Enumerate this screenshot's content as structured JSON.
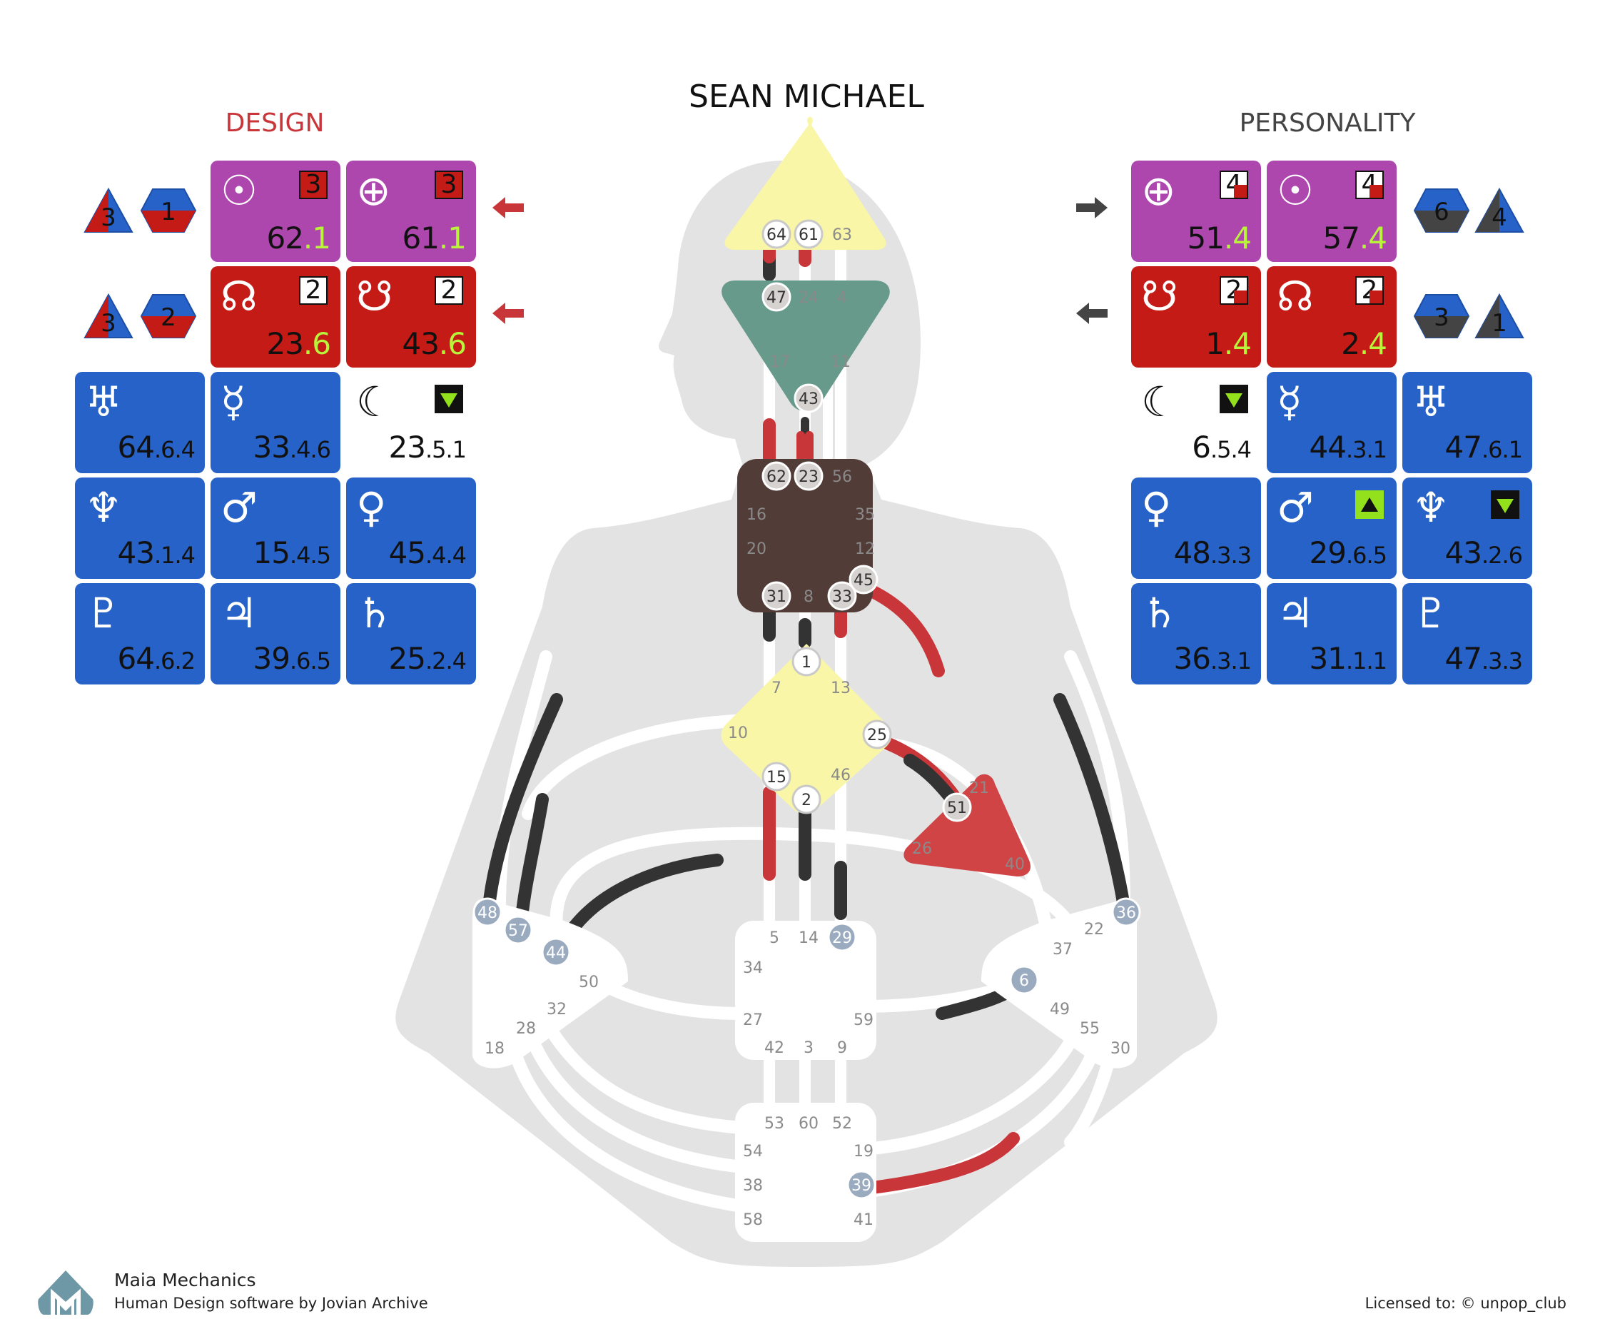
{
  "title": "SEAN MICHAEL",
  "design_label": "DESIGN",
  "personality_label": "PERSONALITY",
  "colors": {
    "design": "#c9363a",
    "personality": "#333333",
    "purple_cell": "#ae47ad",
    "red_cell": "#c41b16",
    "blue_cell": "#2662c7",
    "head": "#f9f6a8",
    "ajna": "#679a8b",
    "throat": "#523c38",
    "g_center": "#f9f6a8",
    "heart": "#d04446",
    "undefined_center": "#ffffff",
    "gate_circle": "#9aabbf",
    "line_highlight": "#b8f53a",
    "fixation_green": "#93e01d"
  },
  "design": {
    "arrow_rows": [
      {
        "arrow": "left-arrow",
        "triangle_digit": "3",
        "hexagon_digit": "1"
      },
      {
        "arrow": "left-arrow",
        "triangle_digit": "3",
        "hexagon_digit": "2"
      }
    ],
    "cells": [
      {
        "planet": "sun-icon",
        "symbol": "☉",
        "gate": "62",
        "line": "1",
        "line_highlight": true,
        "badge": "3",
        "badge_style": "red",
        "color": "purple"
      },
      {
        "planet": "earth-icon",
        "symbol": "⊕",
        "gate": "61",
        "line": "1",
        "line_highlight": true,
        "badge": "3",
        "badge_style": "red",
        "color": "purple"
      },
      {
        "planet": "north-node-icon",
        "symbol": "☊",
        "gate": "23",
        "line": "6",
        "line_highlight": true,
        "badge": "2",
        "badge_style": "white",
        "color": "red"
      },
      {
        "planet": "south-node-icon",
        "symbol": "☋",
        "gate": "43",
        "line": "6",
        "line_highlight": true,
        "badge": "2",
        "badge_style": "white",
        "color": "red"
      },
      {
        "planet": "uranus-icon",
        "symbol": "♅",
        "gate": "64",
        "sub": "6.4",
        "color": "blue"
      },
      {
        "planet": "mercury-icon",
        "symbol": "☿",
        "gate": "33",
        "sub": "4.6",
        "color": "blue"
      },
      {
        "planet": "moon-icon",
        "symbol": "☾",
        "gate": "23",
        "sub": "5.1",
        "color": "white",
        "fixation": "down"
      },
      {
        "planet": "neptune-icon",
        "symbol": "♆",
        "gate": "43",
        "sub": "1.4",
        "color": "blue"
      },
      {
        "planet": "mars-icon",
        "symbol": "♂",
        "gate": "15",
        "sub": "4.5",
        "color": "blue"
      },
      {
        "planet": "venus-icon",
        "symbol": "♀",
        "gate": "45",
        "sub": "4.4",
        "color": "blue"
      },
      {
        "planet": "pluto-icon",
        "symbol": "♇",
        "gate": "64",
        "sub": "6.2",
        "color": "blue"
      },
      {
        "planet": "jupiter-icon",
        "symbol": "♃",
        "gate": "39",
        "sub": "6.5",
        "color": "blue"
      },
      {
        "planet": "saturn-icon",
        "symbol": "♄",
        "gate": "25",
        "sub": "2.4",
        "color": "blue"
      }
    ]
  },
  "personality": {
    "arrow_rows": [
      {
        "arrow": "right-arrow",
        "hexagon_digit": "6",
        "triangle_digit": "4"
      },
      {
        "arrow": "left-arrow",
        "hexagon_digit": "3",
        "triangle_digit": "1"
      }
    ],
    "cells": [
      {
        "planet": "earth-icon",
        "symbol": "⊕",
        "gate": "51",
        "line": "4",
        "line_highlight": true,
        "badge": "4",
        "badge_style": "corner",
        "color": "purple"
      },
      {
        "planet": "sun-icon",
        "symbol": "☉",
        "gate": "57",
        "line": "4",
        "line_highlight": true,
        "badge": "4",
        "badge_style": "corner",
        "color": "purple"
      },
      {
        "planet": "south-node-icon",
        "symbol": "☋",
        "gate": "1",
        "line": "4",
        "line_highlight": true,
        "badge": "2",
        "badge_style": "corner",
        "color": "red"
      },
      {
        "planet": "north-node-icon",
        "symbol": "☊",
        "gate": "2",
        "line": "4",
        "line_highlight": true,
        "badge": "2",
        "badge_style": "corner",
        "color": "red"
      },
      {
        "planet": "moon-icon",
        "symbol": "☾",
        "gate": "6",
        "sub": "5.4",
        "color": "white",
        "fixation": "down"
      },
      {
        "planet": "mercury-icon",
        "symbol": "☿",
        "gate": "44",
        "sub": "3.1",
        "color": "blue"
      },
      {
        "planet": "uranus-icon",
        "symbol": "♅",
        "gate": "47",
        "sub": "6.1",
        "color": "blue"
      },
      {
        "planet": "venus-icon",
        "symbol": "♀",
        "gate": "48",
        "sub": "3.3",
        "color": "blue"
      },
      {
        "planet": "mars-icon",
        "symbol": "♂",
        "gate": "29",
        "sub": "6.5",
        "color": "blue",
        "fixation": "up"
      },
      {
        "planet": "neptune-icon",
        "symbol": "♆",
        "gate": "43",
        "sub": "2.6",
        "color": "blue",
        "fixation": "down"
      },
      {
        "planet": "saturn-icon",
        "symbol": "♄",
        "gate": "36",
        "sub": "3.1",
        "color": "blue"
      },
      {
        "planet": "jupiter-icon",
        "symbol": "♃",
        "gate": "31",
        "sub": "1.1",
        "color": "blue"
      },
      {
        "planet": "pluto-icon",
        "symbol": "♇",
        "gate": "47",
        "sub": "3.3",
        "color": "blue"
      }
    ]
  },
  "bodygraph": {
    "gates": [
      {
        "n": "64",
        "active": "circle-white"
      },
      {
        "n": "61",
        "active": "circle-white"
      },
      {
        "n": "63",
        "active": "none"
      },
      {
        "n": "47",
        "active": "circle-grey"
      },
      {
        "n": "24",
        "active": "none"
      },
      {
        "n": "4",
        "active": "none"
      },
      {
        "n": "17",
        "active": "none"
      },
      {
        "n": "11",
        "active": "none"
      },
      {
        "n": "43",
        "active": "circle-grey"
      },
      {
        "n": "62",
        "active": "circle-grey"
      },
      {
        "n": "23",
        "active": "circle-grey"
      },
      {
        "n": "56",
        "active": "none"
      },
      {
        "n": "16",
        "active": "none"
      },
      {
        "n": "35",
        "active": "none"
      },
      {
        "n": "20",
        "active": "none"
      },
      {
        "n": "12",
        "active": "none"
      },
      {
        "n": "45",
        "active": "circle-grey"
      },
      {
        "n": "31",
        "active": "circle-grey"
      },
      {
        "n": "8",
        "active": "none"
      },
      {
        "n": "33",
        "active": "circle-grey"
      },
      {
        "n": "1",
        "active": "circle-white"
      },
      {
        "n": "7",
        "active": "none"
      },
      {
        "n": "13",
        "active": "none"
      },
      {
        "n": "10",
        "active": "none"
      },
      {
        "n": "25",
        "active": "circle-white"
      },
      {
        "n": "15",
        "active": "circle-white"
      },
      {
        "n": "46",
        "active": "none"
      },
      {
        "n": "2",
        "active": "circle-white"
      },
      {
        "n": "21",
        "active": "none"
      },
      {
        "n": "51",
        "active": "circle-grey"
      },
      {
        "n": "26",
        "active": "none"
      },
      {
        "n": "40",
        "active": "none"
      },
      {
        "n": "48",
        "active": "circle-blue"
      },
      {
        "n": "57",
        "active": "circle-blue"
      },
      {
        "n": "44",
        "active": "circle-blue"
      },
      {
        "n": "50",
        "active": "none"
      },
      {
        "n": "32",
        "active": "none"
      },
      {
        "n": "28",
        "active": "none"
      },
      {
        "n": "18",
        "active": "none"
      },
      {
        "n": "5",
        "active": "none"
      },
      {
        "n": "14",
        "active": "none"
      },
      {
        "n": "29",
        "active": "circle-blue"
      },
      {
        "n": "34",
        "active": "none"
      },
      {
        "n": "27",
        "active": "none"
      },
      {
        "n": "59",
        "active": "none"
      },
      {
        "n": "42",
        "active": "none"
      },
      {
        "n": "3",
        "active": "none"
      },
      {
        "n": "9",
        "active": "none"
      },
      {
        "n": "36",
        "active": "circle-blue"
      },
      {
        "n": "22",
        "active": "none"
      },
      {
        "n": "37",
        "active": "none"
      },
      {
        "n": "6",
        "active": "circle-blue"
      },
      {
        "n": "49",
        "active": "none"
      },
      {
        "n": "55",
        "active": "none"
      },
      {
        "n": "30",
        "active": "none"
      },
      {
        "n": "53",
        "active": "none"
      },
      {
        "n": "60",
        "active": "none"
      },
      {
        "n": "52",
        "active": "none"
      },
      {
        "n": "54",
        "active": "none"
      },
      {
        "n": "19",
        "active": "none"
      },
      {
        "n": "38",
        "active": "none"
      },
      {
        "n": "39",
        "active": "circle-blue"
      },
      {
        "n": "58",
        "active": "none"
      },
      {
        "n": "41",
        "active": "none"
      }
    ]
  },
  "footer": {
    "brand": "Maia Mechanics",
    "tagline": "Human Design software by Jovian Archive",
    "license": "Licensed to: © unpop_club"
  }
}
